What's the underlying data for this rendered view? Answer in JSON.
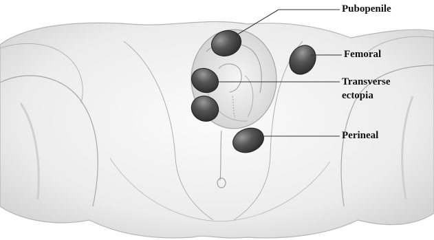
{
  "labels": {
    "pubopenile": "Pubopenile",
    "femoral": "Femoral",
    "transverse_line1": "Transverse",
    "transverse_line2": "ectopia",
    "perineal": "Perineal"
  },
  "colors": {
    "testis_fill": "#4a4a4a",
    "testis_highlight": "#8a8a8a",
    "skin_light": "#f4f4f4",
    "skin_shade": "#c8c8c8",
    "line": "#9a9a9a",
    "leader_line": "#333333"
  }
}
